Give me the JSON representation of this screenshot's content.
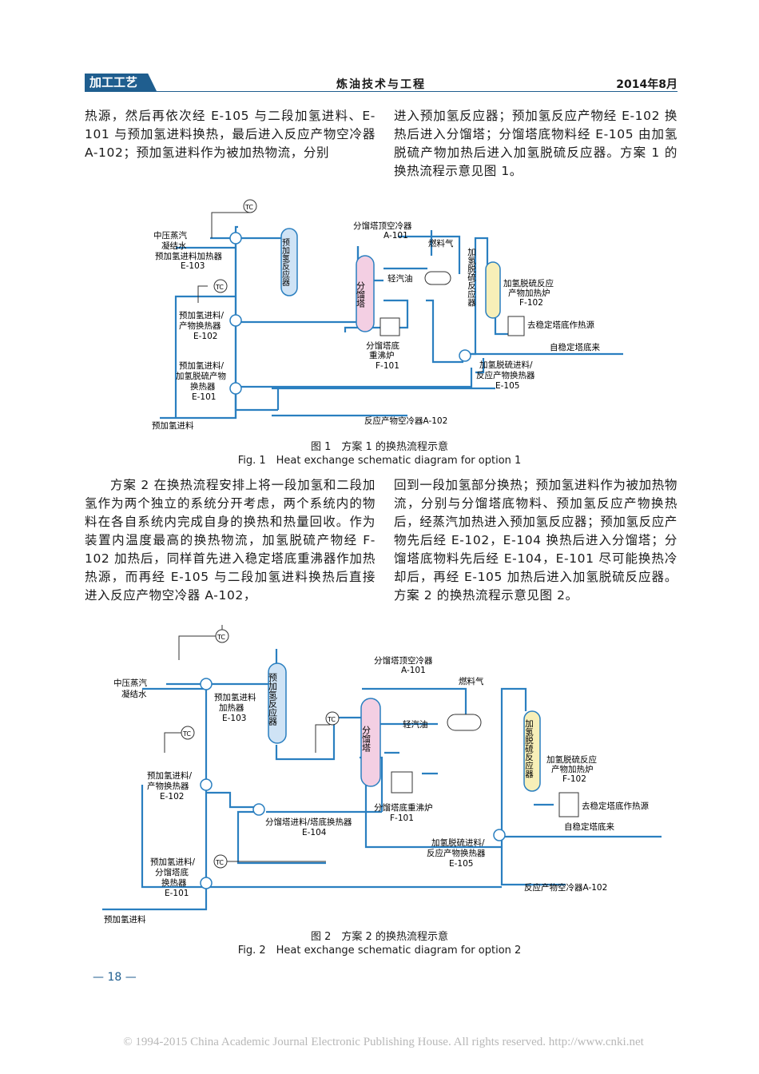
{
  "header": {
    "section_tag": "加工工艺",
    "journal_name": "炼油技术与工程",
    "issue_date": "2014年8月"
  },
  "body": {
    "top_left": "热源，然后再依次经 E-105 与二段加氢进料、E-101 与预加氢进料换热，最后进入反应产物空冷器 A-102；预加氢进料作为被加热物流，分别",
    "top_right": "进入预加氢反应器；预加氢反应产物经 E-102 换热后进入分馏塔；分馏塔底物料经 E-105 由加氢脱硫产物加热后进入加氢脱硫反应器。方案 1 的换热流程示意见图 1。",
    "mid_left": "方案 2 在换热流程安排上将一段加氢和二段加氢作为两个独立的系统分开考虑，两个系统内的物料在各自系统内完成自身的换热和热量回收。作为装置内温度最高的换热物流，加氢脱硫产物经 F-102 加热后，同样首先进入稳定塔底重沸器作加热热源，而再经 E-105 与二段加氢进料换热后直接进入反应产物空冷器 A-102，",
    "mid_right": "回到一段加氢部分换热；预加氢进料作为被加热物流，分别与分馏塔底物料、预加氢反应产物换热后，经蒸汽加热进入预加氢反应器；预加氢反应产物先后经 E-102，E-104 换热后进入分馏塔；分馏塔底物料先后经 E-104，E-101 尽可能换热冷却后，再经 E-105 加热后进入加氢脱硫反应器。方案 2 的换热流程示意见图 2。"
  },
  "figure1": {
    "caption_cn": "图 1　方案 1 的换热流程示意",
    "caption_en": "Fig. 1　Heat exchange schematic diagram for option 1",
    "labels": {
      "tc": "TC",
      "steam": "中压蒸汽",
      "condensate": "凝结水",
      "e103": "预加氢进料加热器",
      "e103_id": "E-103",
      "e102": "预加氢进料/",
      "e102b": "产物换热器",
      "e102_id": "E-102",
      "e101a": "预加氢进料/",
      "e101b": "加氢脱硫产物",
      "e101c": "换热器",
      "e101_id": "E-101",
      "feed": "预加氢进料",
      "reactor": "预加氢反应器",
      "a101": "分馏塔顶空冷器",
      "a101_id": "A-101",
      "fuel_gas": "燃料气",
      "column": "分馏塔",
      "naphtha": "轻汽油",
      "reboiler_a": "分馏塔底",
      "reboiler_b": "重沸炉",
      "f101": "F-101",
      "hds": "加氢脱硫反应器",
      "f102a": "加氢脱硫反应",
      "f102b": "产物加热炉",
      "f102_id": "F-102",
      "to_stab": "去稳定塔底作热源",
      "from_stab": "自稳定塔底来",
      "e105a": "加氢脱硫进料/",
      "e105b": "反应产物换热器",
      "e105_id": "E-105",
      "a102": "反应产物空冷器A-102"
    }
  },
  "figure2": {
    "caption_cn": "图 2　方案 2 的换热流程示意",
    "caption_en": "Fig. 2　Heat exchange schematic diagram for option 2",
    "labels": {
      "tc": "TC",
      "steam": "中压蒸汽",
      "condensate": "凝结水",
      "e103a": "预加氢进料",
      "e103b": "加热器",
      "e103_id": "E-103",
      "reactor": "预加氢反应器",
      "a101": "分馏塔顶空冷器",
      "a101_id": "A-101",
      "fuel_gas": "燃料气",
      "column": "分馏塔",
      "naphtha": "轻汽油",
      "e102a": "预加氢进料/",
      "e102b": "产物换热器",
      "e102_id": "E-102",
      "reboiler": "分馏塔底重沸炉",
      "f101": "F-101",
      "e104": "分馏塔进料/塔底换热器",
      "e104_id": "E-104",
      "hds": "加氢脱硫反应器",
      "f102a": "加氢脱硫反应",
      "f102b": "产物加热炉",
      "f102_id": "F-102",
      "to_stab": "去稳定塔底作热源",
      "from_stab": "自稳定塔底来",
      "e105a": "加氢脱硫进料/",
      "e105b": "反应产物换热器",
      "e105_id": "E-105",
      "e101a": "预加氢进料/",
      "e101b": "分馏塔底",
      "e101c": "换热器",
      "e101_id": "E-101",
      "a102": "反应产物空冷器A-102",
      "feed": "预加氢进料"
    }
  },
  "footer": {
    "page_number": "— 18 —",
    "copyright": "© 1994-2015 China Academic Journal Electronic Publishing House. All rights reserved.    http://www.cnki.net"
  },
  "colors": {
    "accent": "#1f5e8f",
    "pipe": "#2a7fc0",
    "reactor_fill": "#cfe3f5",
    "column_fill": "#f3cfe3",
    "hds_fill": "#f7efb8"
  }
}
